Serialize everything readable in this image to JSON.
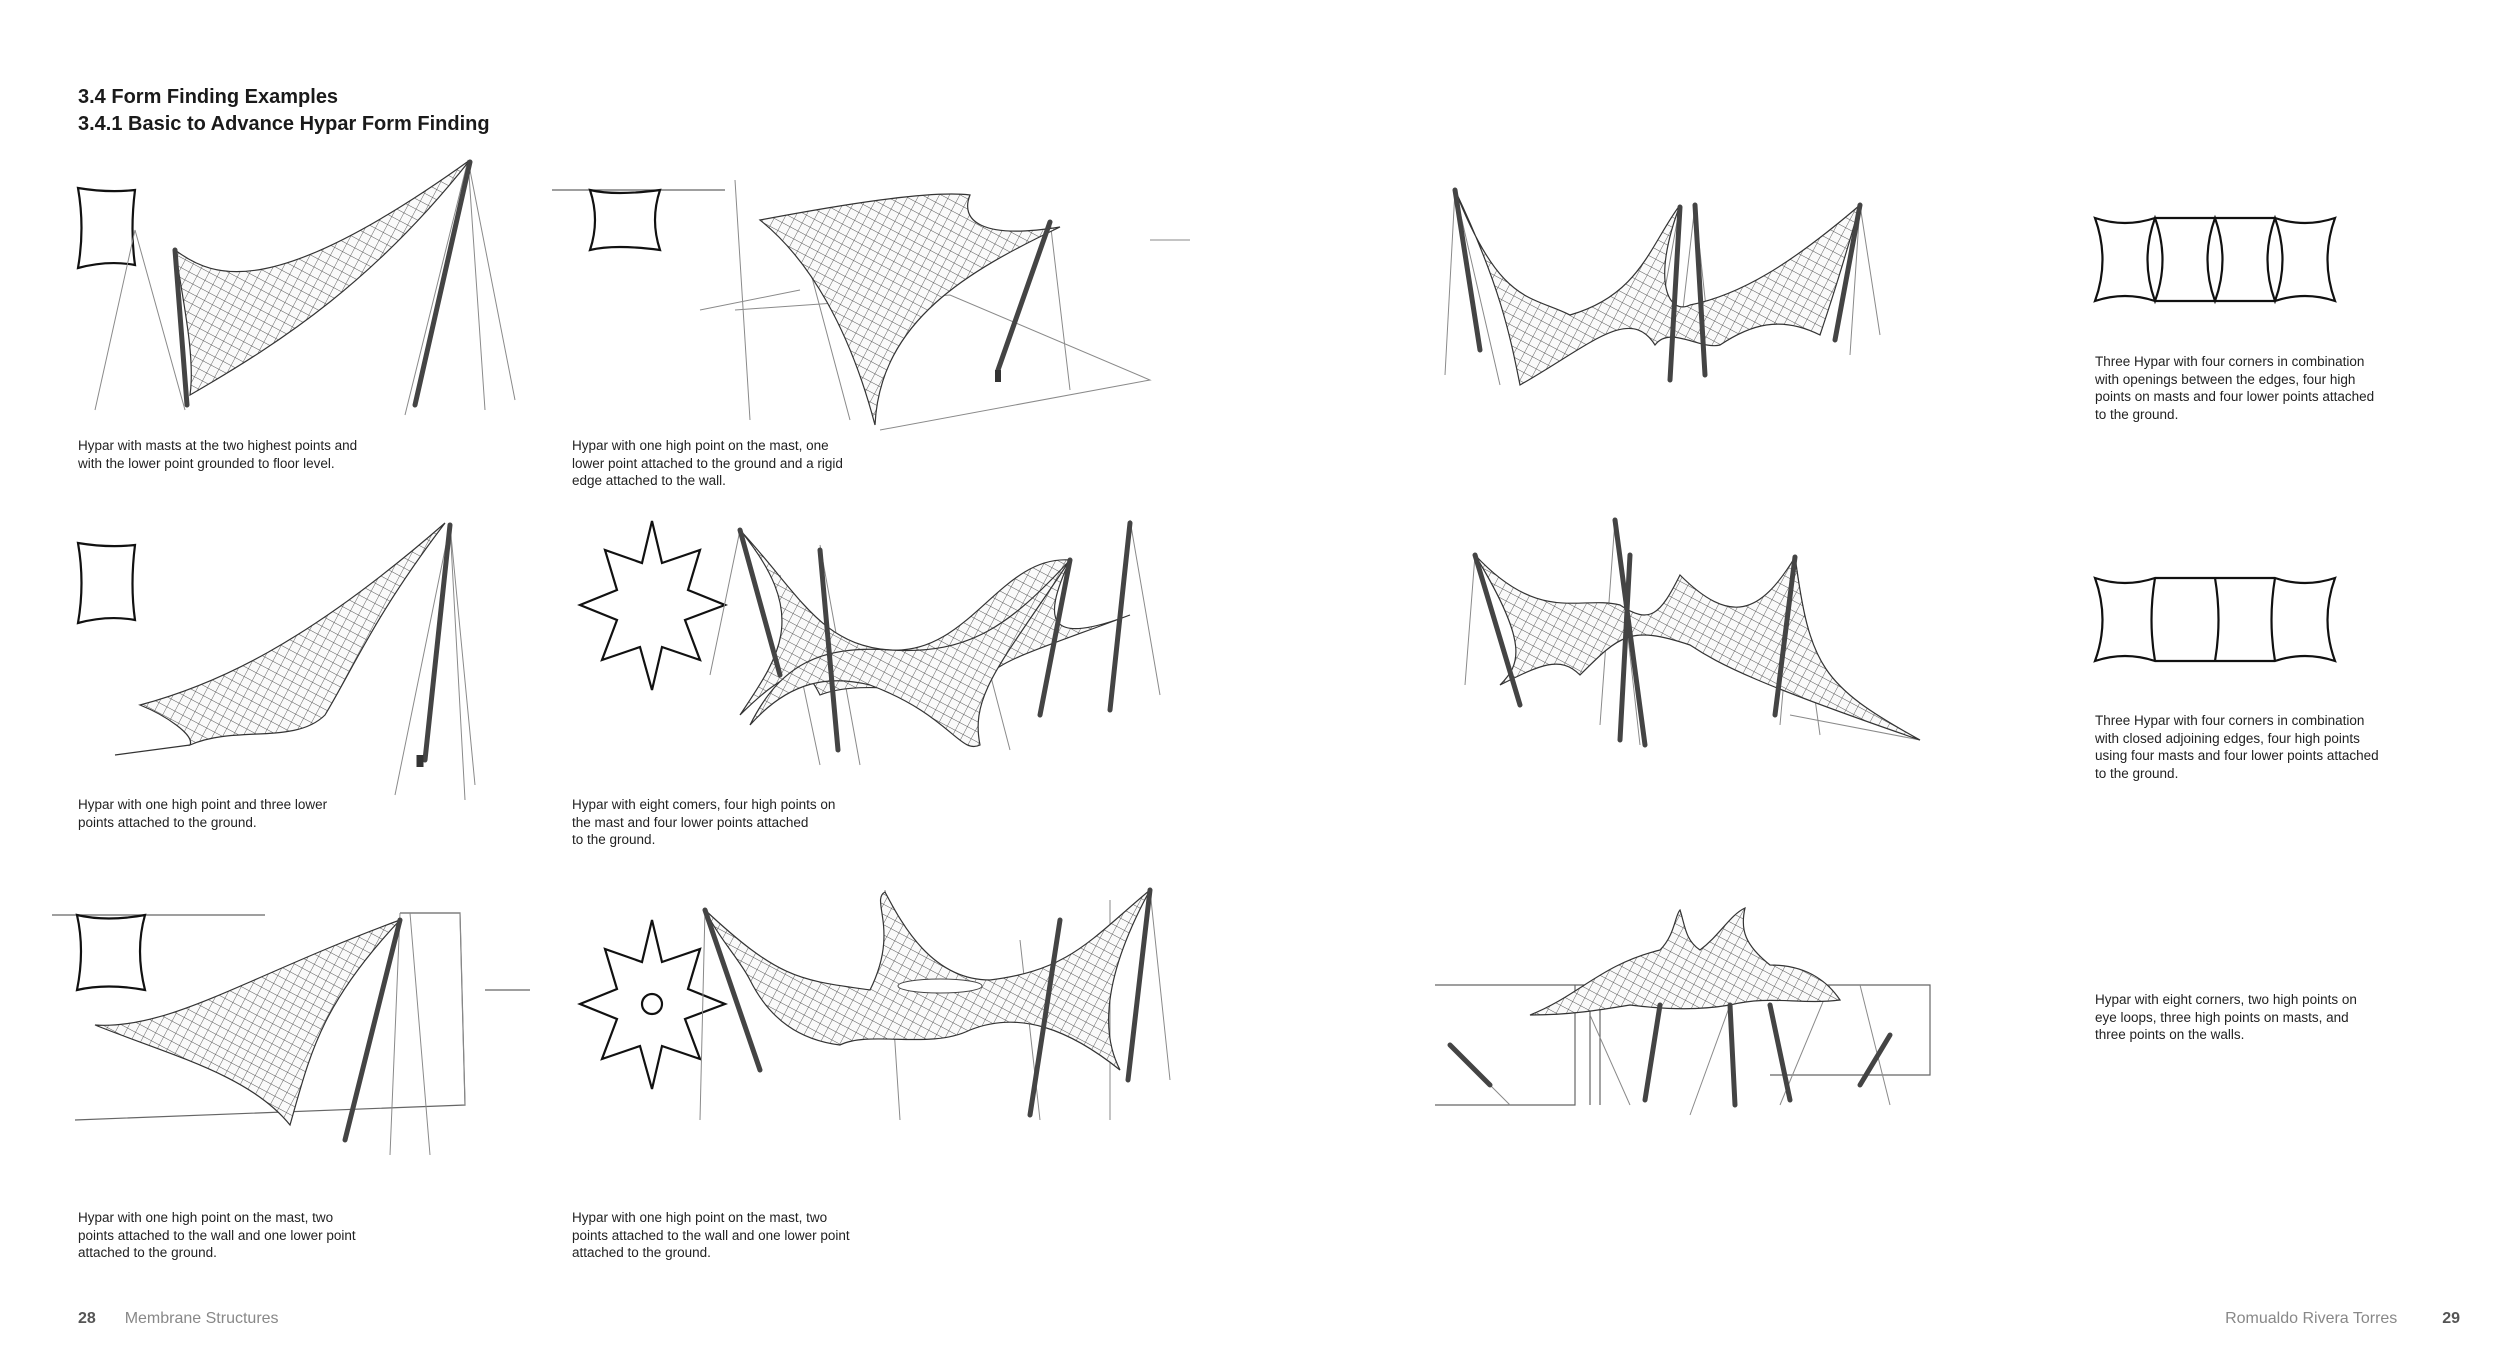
{
  "headings": {
    "section": "3.4  Form Finding Examples",
    "subsection": "3.4.1  Basic to Advance Hypar Form Finding"
  },
  "captions": {
    "c1": "Hypar with masts at the two highest points and\nwith the lower point grounded to floor level.",
    "c2": "Hypar with one high point on the mast, one\nlower point attached to the ground and a rigid\nedge attached to the wall.",
    "c3": "Hypar with one high point and three lower\npoints attached to the ground.",
    "c4": "Hypar with eight comers, four high points on\nthe mast and four lower points attached\nto the ground.",
    "c5": "Hypar with one high point on the mast, two\npoints attached to the wall and one lower point\nattached to the ground.",
    "c6": "Hypar with one high point on the mast, two\npoints attached to the wall and one lower point\nattached to the ground.",
    "c7": "Three Hypar with four corners in combination\nwith openings between the edges, four high\npoints on masts and four lower points attached\nto the ground.",
    "c8": "Three Hypar with four corners in combination\nwith closed adjoining edges, four high points\nusing four masts and four lower points attached\nto the ground.",
    "c9": "Hypar with eight corners, two high points on\neye loops, three high points on masts, and\nthree points on the walls."
  },
  "footer": {
    "left_page": "28",
    "left_title": "Membrane Structures",
    "right_title": "Romualdo Rivera Torres",
    "right_page": "29"
  }
}
